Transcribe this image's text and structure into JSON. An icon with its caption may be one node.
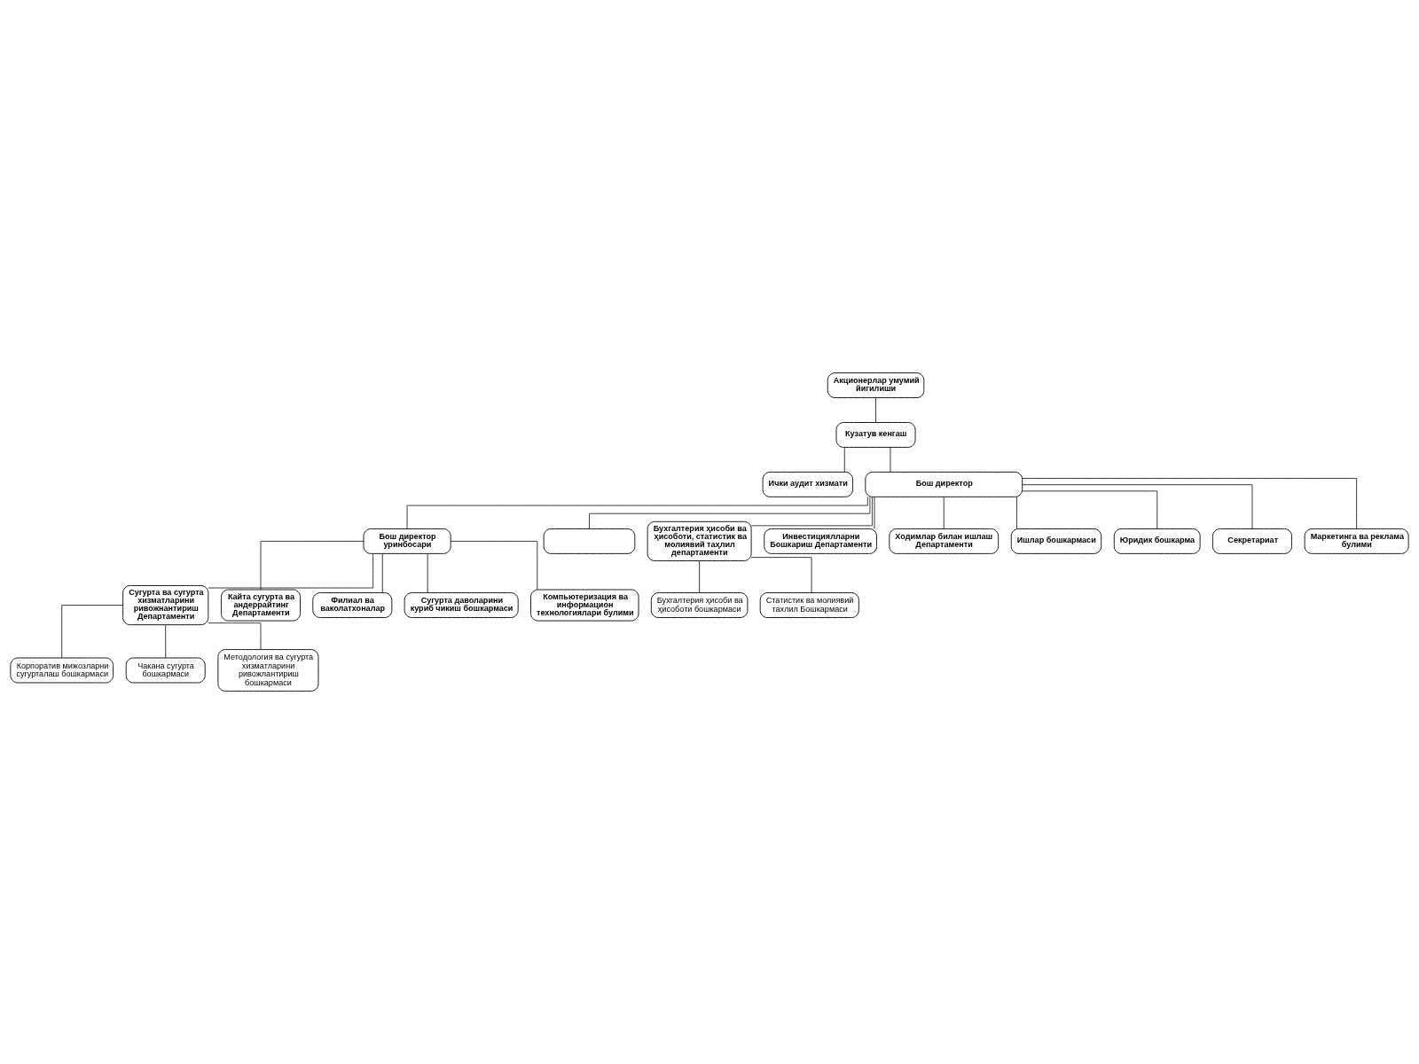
{
  "diagram": {
    "nodes": [
      {
        "text": [
          "Акционерлар умумий йигилиши"
        ]
      },
      {
        "text": [
          "Кузатув кенгаш"
        ]
      },
      {
        "text": [
          "Ички аудит хизмати"
        ]
      },
      {
        "text": [
          "Бош директор"
        ]
      },
      {
        "text": [
          "Бош директор уринбосари"
        ]
      },
      {
        "text": [],
        "shape": "box"
      },
      {
        "text": [
          "Бухгалтерия ҳисоби ва ҳисоботи, статистик ва молиявий таҳлил департаменти"
        ]
      },
      {
        "text": [
          "Инвестициялларни Бошкариш Департаменти"
        ]
      },
      {
        "text": [
          "Сугурта ва сугурта хизматларини ривожнантириш Департаменти"
        ]
      },
      {
        "text": [
          "Бухгалтерия ҳисоби ва ҳисоботи бошкармаси"
        ]
      },
      {
        "text": [
          "Ходимлар билан ишлаш Департаменти"
        ]
      },
      {
        "text": [
          "Корпоратив мижозларни сугурталаш бошкармаси"
        ]
      },
      {
        "text": [
          "Ишлар бошкармаси"
        ]
      },
      {
        "text": [
          "Статистик ва молиявий тахлил Бошкармаси"
        ]
      },
      {
        "text": [
          "Чакана сугурта бошкармаси"
        ]
      },
      {
        "text": [
          "Юридик бошкарма"
        ]
      },
      {
        "text": [
          "Методология ва сугурта хизматларини ривожлантириш бошкармаси"
        ]
      },
      {
        "text": [
          "Кайта сугурта ва андеррайтинг Департаменти"
        ]
      },
      {
        "text": [
          "Секретариат"
        ]
      },
      {
        "text": [
          "Филиал ва ваколатхоналар"
        ]
      },
      {
        "text": [
          "Маркетинга ва реклама булими"
        ]
      },
      {
        "text": [
          "Сугурта даволарини куриб чикиш бошкармаси"
        ]
      },
      {
        "text": [
          "Компьютеризация ва информацион технологиялари булими"
        ]
      }
    ],
    "edges": [
      {
        "from": 0,
        "to": 1,
        "arrow": "none"
      },
      {
        "from": 1,
        "to": 2,
        "arrow": "none"
      },
      {
        "from": 1,
        "to": 3,
        "arrow": "none"
      },
      {
        "from": 3,
        "to": 4,
        "arrow": "none"
      },
      {
        "from": 3,
        "to": 5,
        "arrow": "none"
      },
      {
        "from": 3,
        "to": 6,
        "arrow": "none"
      },
      {
        "from": 3,
        "to": 7,
        "arrow": "none"
      },
      {
        "from": 3,
        "to": 10,
        "arrow": "none"
      },
      {
        "from": 3,
        "to": 12,
        "arrow": "none"
      },
      {
        "from": 3,
        "to": 15,
        "arrow": "none"
      },
      {
        "from": 3,
        "to": 18,
        "arrow": "none"
      },
      {
        "from": 3,
        "to": 20,
        "arrow": "none"
      },
      {
        "from": 4,
        "to": 8,
        "arrow": "none"
      },
      {
        "from": 8,
        "to": 11,
        "arrow": "none"
      },
      {
        "from": 8,
        "to": 14,
        "arrow": "none"
      },
      {
        "from": 8,
        "to": 16,
        "arrow": "none"
      },
      {
        "from": 4,
        "to": 17,
        "arrow": "none"
      },
      {
        "from": 4,
        "to": 19,
        "arrow": "none"
      },
      {
        "from": 4,
        "to": 21,
        "arrow": "none"
      },
      {
        "from": 4,
        "to": 22,
        "arrow": "none"
      },
      {
        "from": 6,
        "to": 9,
        "arrow": "none"
      },
      {
        "from": 6,
        "to": 13,
        "arrow": "none"
      }
    ]
  }
}
